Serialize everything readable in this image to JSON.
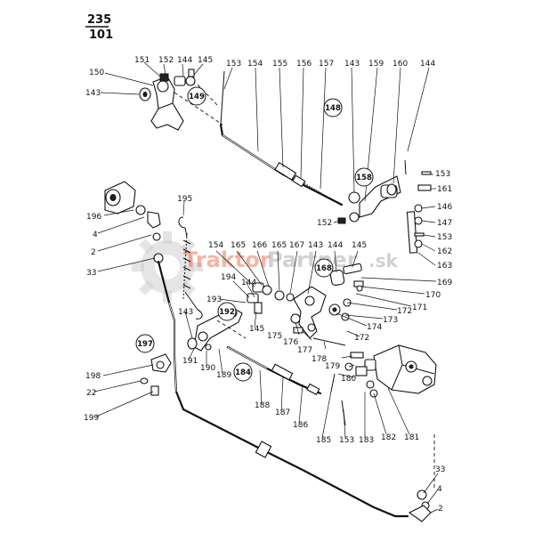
{
  "page_ref": {
    "top": "235",
    "bottom": "101"
  },
  "watermark": {
    "text_red": "Traktor",
    "text_grey": "Partner",
    "suffix": ".sk"
  },
  "part_labels": {
    "p151": "151",
    "p152a": "152",
    "p144a": "144",
    "p145a": "145",
    "p150": "150",
    "p143a": "143",
    "p153a": "153",
    "p154a": "154",
    "p155": "155",
    "p156": "156",
    "p157": "157",
    "p143b": "143",
    "p159": "159",
    "p160": "160",
    "p144b": "144",
    "p153b": "153",
    "p161": "161",
    "p146": "146",
    "p147": "147",
    "p153c": "153",
    "p162": "162",
    "p163": "163",
    "p152b": "152",
    "p196a": "196",
    "p4a": "4",
    "p2a": "2",
    "p33a": "33",
    "p195": "195",
    "p154b": "154",
    "p165a": "165",
    "p166": "166",
    "p165b": "165",
    "p167": "167",
    "p143c": "143",
    "p144c": "144",
    "p145b": "145",
    "p169": "169",
    "p170": "170",
    "p171": "171",
    "p172a": "172",
    "p173": "173",
    "p174": "174",
    "p172b": "172",
    "p175": "175",
    "p176": "176",
    "p177": "177",
    "p178": "178",
    "p179": "179",
    "p180": "180",
    "p194": "194",
    "p144d": "144",
    "p193": "193",
    "p145c": "145",
    "p143d": "143",
    "p191": "191",
    "p190": "190",
    "p189": "189",
    "p198": "198",
    "p22": "22",
    "p199": "199",
    "p188": "188",
    "p187": "187",
    "p186": "186",
    "p185": "185",
    "p153d": "153",
    "p183": "183",
    "p182": "182",
    "p181": "181",
    "p33b": "33",
    "p4b": "4",
    "p2b": "2"
  },
  "circle_labels": {
    "c149": "149",
    "c148": "148",
    "c158": "158",
    "c168": "168",
    "c192": "192",
    "c197": "197",
    "c184": "184"
  }
}
